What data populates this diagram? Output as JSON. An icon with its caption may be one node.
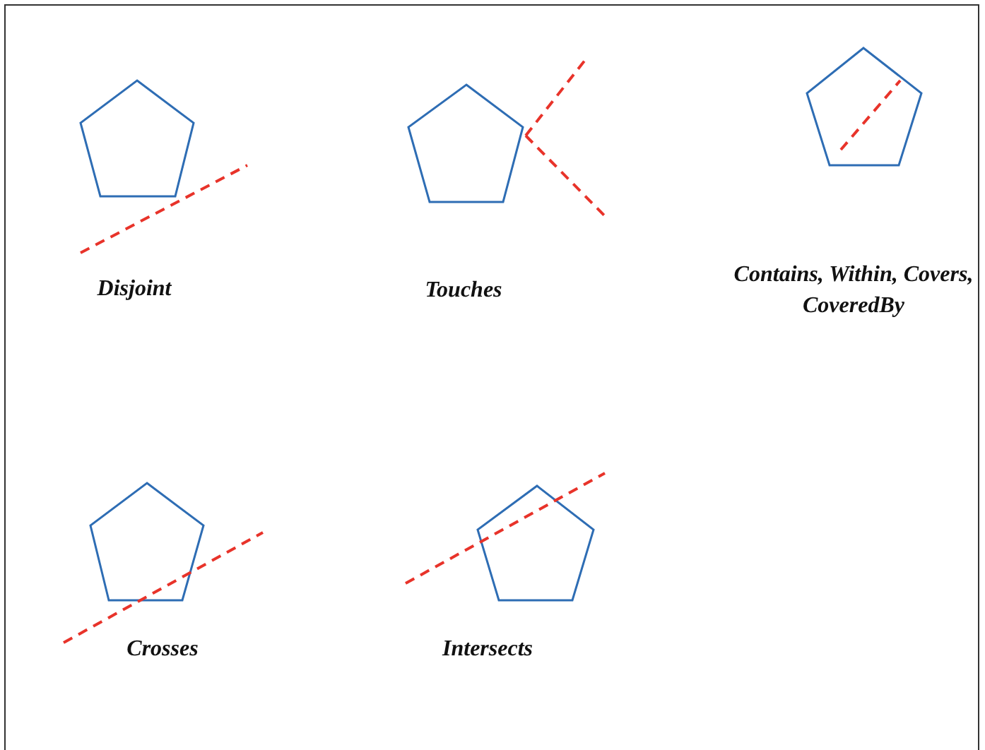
{
  "diagram": {
    "labels": [
      "Disjoint",
      "Touches",
      "Contains, Within, Covers, CoveredBy",
      "Crosses",
      "Intersects"
    ]
  }
}
